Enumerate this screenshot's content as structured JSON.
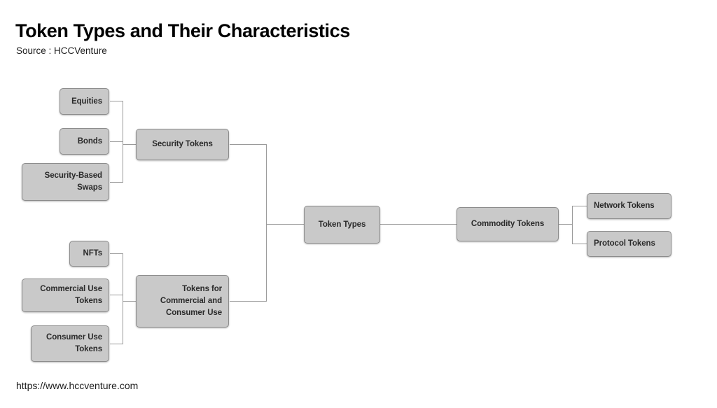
{
  "header": {
    "title": "Token Types and Their Characteristics",
    "source": "Source : HCCVenture"
  },
  "footer": {
    "url": "https://www.hccventure.com"
  },
  "theme": {
    "background": "#ffffff",
    "node_fill": "#c9c9c9",
    "node_border": "#8c8c8c",
    "node_text": "#2a2a2a",
    "connector": "#9a9a9a",
    "title_text": "#000000"
  },
  "diagram": {
    "type": "tree",
    "orientation": "horizontal-bidirectional",
    "root": "Token Types",
    "nodes": {
      "root": {
        "label": "Token Types"
      },
      "security_tokens": {
        "label": "Security Tokens"
      },
      "commercial_consumer": {
        "label": "Tokens for\nCommercial and\nConsumer Use"
      },
      "commodity_tokens": {
        "label": "Commodity Tokens"
      },
      "equities": {
        "label": "Equities"
      },
      "bonds": {
        "label": "Bonds"
      },
      "security_based_swaps": {
        "label": "Security-Based\nSwaps"
      },
      "nfts": {
        "label": "NFTs"
      },
      "commercial_use_tokens": {
        "label": "Commercial Use\nTokens"
      },
      "consumer_use_tokens": {
        "label": "Consumer Use\nTokens"
      },
      "network_tokens": {
        "label": "Network Tokens"
      },
      "protocol_tokens": {
        "label": "Protocol Tokens"
      }
    },
    "edges": [
      {
        "from": "root",
        "to": "security_tokens"
      },
      {
        "from": "root",
        "to": "commercial_consumer"
      },
      {
        "from": "root",
        "to": "commodity_tokens"
      },
      {
        "from": "security_tokens",
        "to": "equities"
      },
      {
        "from": "security_tokens",
        "to": "bonds"
      },
      {
        "from": "security_tokens",
        "to": "security_based_swaps"
      },
      {
        "from": "commercial_consumer",
        "to": "nfts"
      },
      {
        "from": "commercial_consumer",
        "to": "commercial_use_tokens"
      },
      {
        "from": "commercial_consumer",
        "to": "consumer_use_tokens"
      },
      {
        "from": "commodity_tokens",
        "to": "network_tokens"
      },
      {
        "from": "commodity_tokens",
        "to": "protocol_tokens"
      }
    ]
  }
}
